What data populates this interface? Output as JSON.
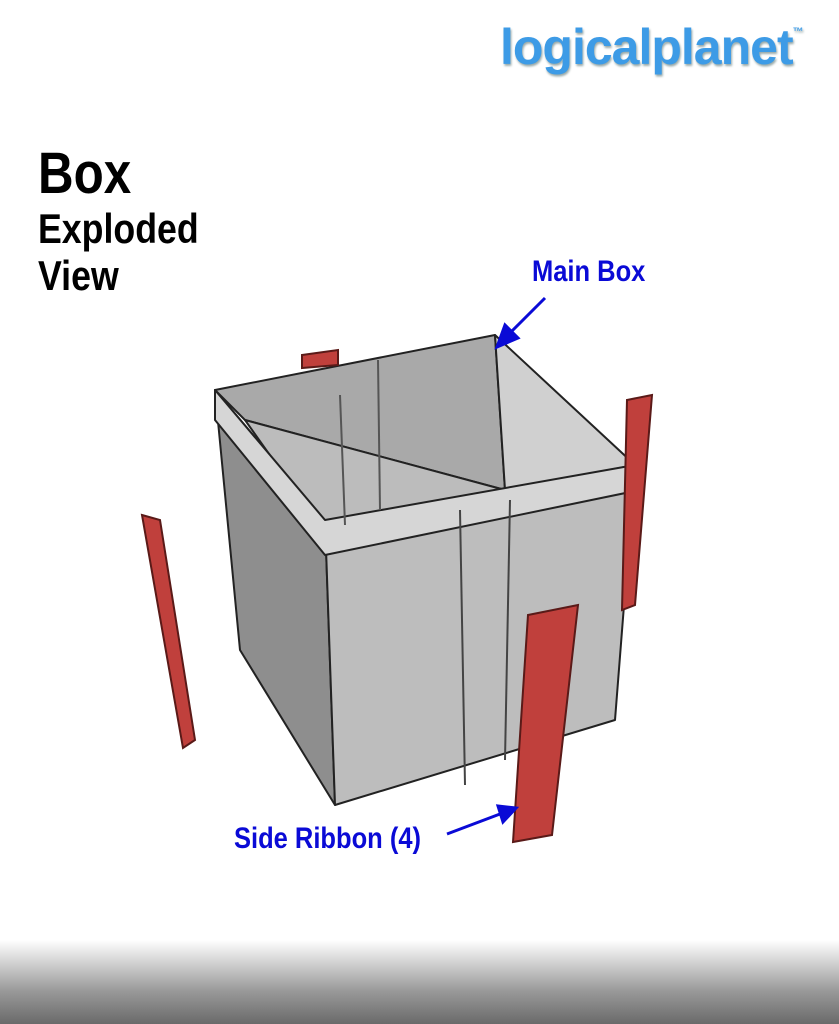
{
  "logo": {
    "text": "logicalplanet",
    "trademark": "™"
  },
  "title": {
    "line1": "Box",
    "line2": "Exploded",
    "line3": "View"
  },
  "callouts": {
    "main_box": "Main Box",
    "side_ribbon": "Side Ribbon (4)"
  },
  "colors": {
    "callout": "#0a0ad6",
    "ribbon": "#c0403c",
    "box": "#c4c4c4",
    "logo": "#3d9be6"
  }
}
